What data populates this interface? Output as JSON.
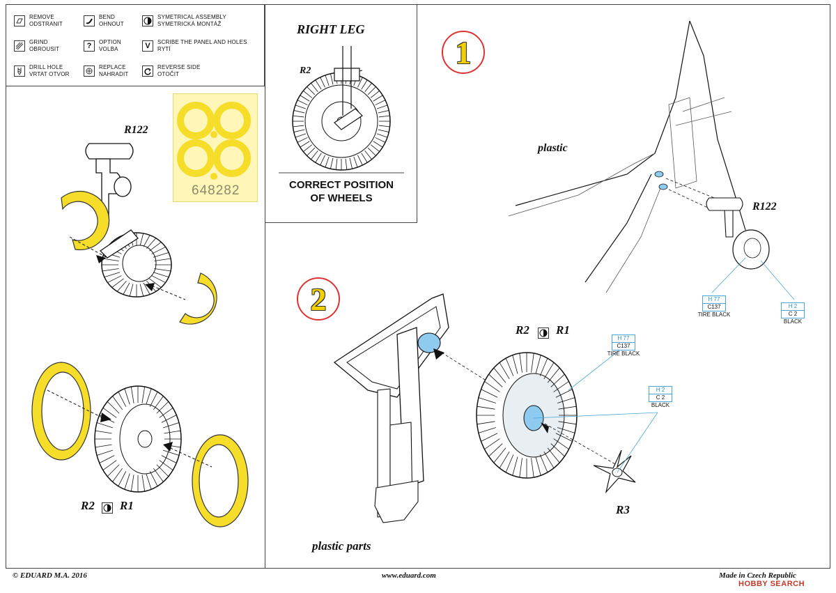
{
  "legend": {
    "items": [
      {
        "icon": "remove-icon",
        "label_1": "REMOVE",
        "label_2": "ODSTRANIT"
      },
      {
        "icon": "bend-icon",
        "label_1": "BEND",
        "label_2": "OHNOUT"
      },
      {
        "icon": "symmetrical-icon",
        "label_1": "SYMETRICAL ASSEMBLY",
        "label_2": "SYMETRICKÁ MONTÁŽ"
      },
      {
        "icon": "grind-icon",
        "label_1": "GRIND",
        "label_2": "OBROUSIT"
      },
      {
        "icon": "option-icon",
        "label_1": "OPTION",
        "label_2": "VOLBA"
      },
      {
        "icon": "scribe-icon",
        "label_1": "SCRIBE THE PANEL AND HOLES",
        "label_2": "RYTÍ"
      },
      {
        "icon": "drill-icon",
        "label_1": "DRILL HOLE",
        "label_2": "VRTAT OTVOR"
      },
      {
        "icon": "replace-icon",
        "label_1": "REPLACE",
        "label_2": "NAHRADIT"
      },
      {
        "icon": "reverse-icon",
        "label_1": "REVERSE SIDE",
        "label_2": "OTOČIT"
      }
    ],
    "option_glyph": "?",
    "scribe_glyph": "V"
  },
  "inset": {
    "title": "RIGHT  LEG",
    "part": "R2",
    "caption_1": "CORRECT POSITION",
    "caption_2": "OF WHEELS"
  },
  "left_panel": {
    "part_top": "R122",
    "fret_number": "648282",
    "part_bottom_a": "R2",
    "part_bottom_b": "R1"
  },
  "step1": {
    "number": "1",
    "label_plastic": "plastic",
    "part": "R122",
    "paint_tire": {
      "h": "H 77",
      "c": "C137",
      "name": "TIRE BLACK"
    },
    "paint_hub": {
      "h": "H 2",
      "c": "C 2",
      "name": "BLACK"
    }
  },
  "step2": {
    "number": "2",
    "part_a": "R2",
    "part_b": "R1",
    "part_hub": "R3",
    "label_plastic_parts": "plastic parts",
    "paint_tire": {
      "h": "H 77",
      "c": "C137",
      "name": "TIRE BLACK"
    },
    "paint_hub": {
      "h": "H 2",
      "c": "C 2",
      "name": "BLACK"
    }
  },
  "footer": {
    "copyright": "© EDUARD  M.A. 2016",
    "website": "www.eduard.com",
    "made_in": "Made in Czech Republic",
    "watermark": "HOBBY SEARCH"
  },
  "colors": {
    "pe_yellow": "#f5dd2a",
    "paint_blue": "#4aa6d6",
    "step_ring": "#d33333",
    "part_blue": "#8fcbee"
  }
}
